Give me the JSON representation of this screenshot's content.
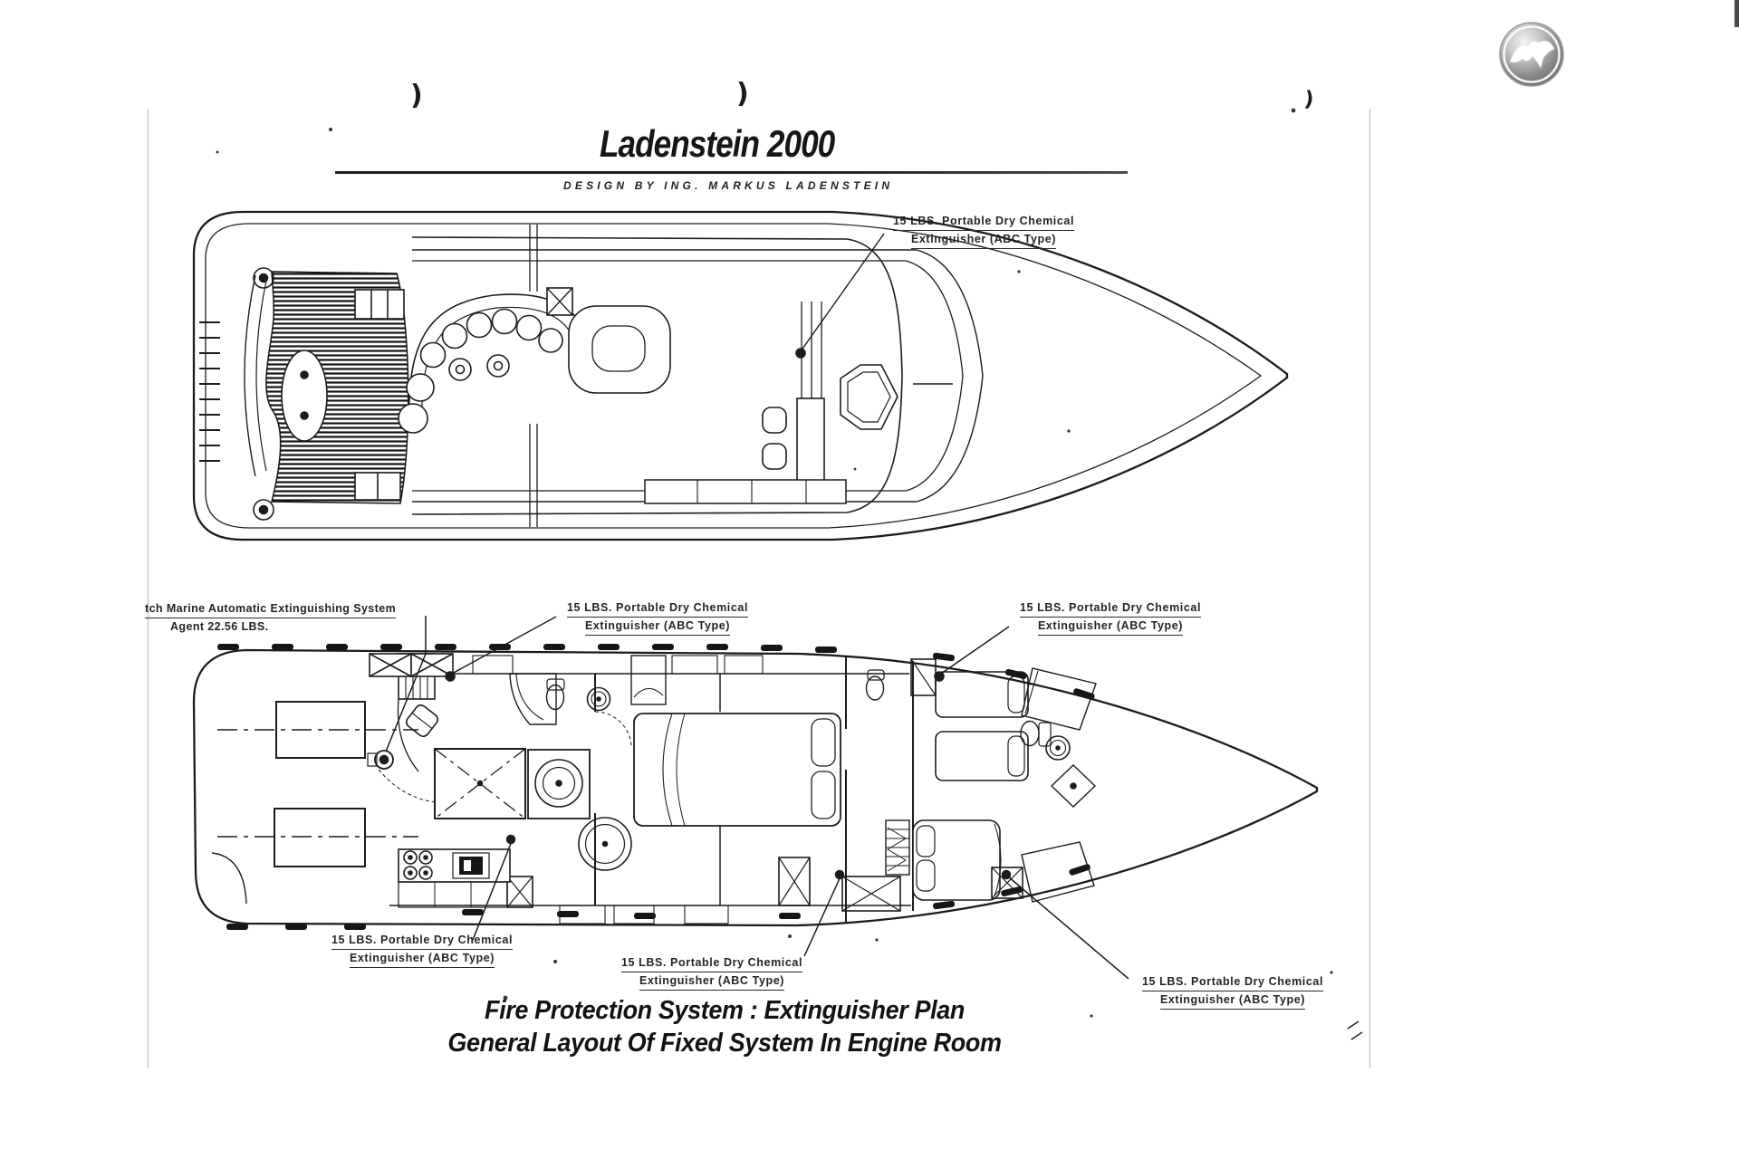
{
  "header": {
    "title": "Ladenstein 2000",
    "subtitle": "DESIGN BY ING. MARKUS LADENSTEIN"
  },
  "annotations": {
    "extinguisher": {
      "line1": "15 LBS. Portable Dry Chemical",
      "line2": "Extinguisher (ABC Type)"
    },
    "auto_system": {
      "line1": "tch Marine Automatic Extinguishing System",
      "line2": "Agent 22.56 LBS."
    }
  },
  "footer": {
    "line1": "Fire Protection System : Extinguisher Plan",
    "line2": "General Layout Of Fixed System In Engine Room"
  },
  "marks": {
    "paren": ")"
  },
  "logo": {
    "icon": "seagull-sphere-icon"
  },
  "plans": {
    "top": "flybridge-deck-plan",
    "bottom": "lower-deck-plan"
  },
  "colors": {
    "ink": "#1c1c1c",
    "paper": "#ffffff",
    "page_border": "#d4d4d4"
  }
}
